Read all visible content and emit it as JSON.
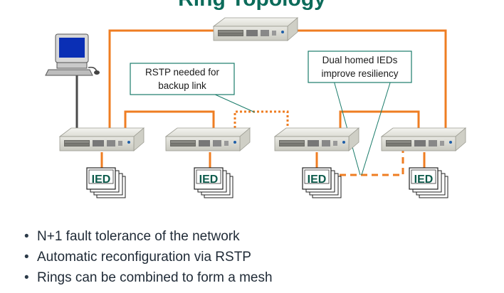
{
  "title": "Ring Topology",
  "callouts": {
    "rstp_line1": "RSTP needed for",
    "rstp_line2": "backup link",
    "dual_line1": "Dual homed IEDs",
    "dual_line2": "improve resiliency"
  },
  "ied_label": "IED",
  "bullets": [
    "N+1 fault tolerance of the network",
    "Automatic reconfiguration via RSTP",
    "Rings can be combined to form a mesh"
  ],
  "colors": {
    "link": "#ef7d22",
    "callout_border": "#1b7c6b",
    "ied_text": "#0b5a4a",
    "title": "#0b6b5a"
  },
  "icons": [
    "desktop-computer-icon",
    "network-switch-icon",
    "ied-device-icon"
  ]
}
